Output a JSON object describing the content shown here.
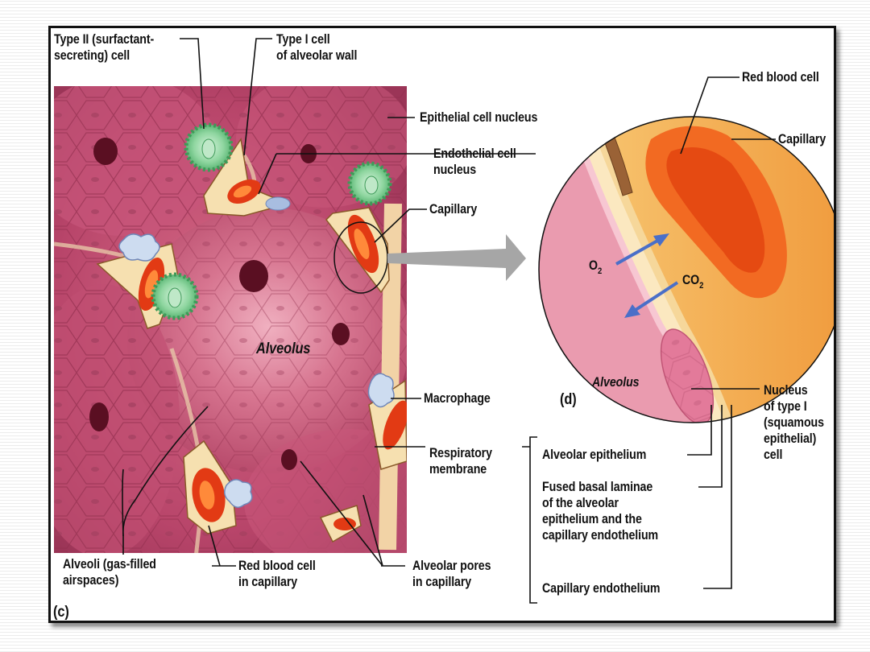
{
  "panel_c": {
    "panel_letter": "(c)",
    "type2_cell_line1": "Type II (surfactant-",
    "type2_cell_line2": "secreting) cell",
    "type1_cell_line1": "Type I cell",
    "type1_cell_line2": "of alveolar wall",
    "epithelial_nucleus": "Epithelial cell nucleus",
    "endothelial_nucleus_line1": "Endothelial cell",
    "endothelial_nucleus_line2": "nucleus",
    "capillary": "Capillary",
    "alveolus": "Alveolus",
    "macrophage": "Macrophage",
    "resp_membrane_line1": "Respiratory",
    "resp_membrane_line2": "membrane",
    "alveoli_line1": "Alveoli (gas-filled",
    "alveoli_line2": "airspaces)",
    "rbc_line1": "Red blood cell",
    "rbc_line2": "in capillary",
    "pores_line1": "Alveolar pores",
    "pores_line2": "in capillary"
  },
  "panel_d": {
    "panel_letter": "(d)",
    "red_blood_cell": "Red blood cell",
    "capillary": "Capillary",
    "o2_main": "O",
    "o2_sub": "2",
    "co2_main": "CO",
    "co2_sub": "2",
    "alveolus": "Alveolus",
    "nucleus_line1": "Nucleus",
    "nucleus_line2": "of type I",
    "nucleus_line3": "(squamous",
    "nucleus_line4": "epithelial)",
    "nucleus_line5": "cell",
    "alveolar_epithelium": "Alveolar epithelium",
    "fused_line1": "Fused basal laminae",
    "fused_line2": "of the alveolar",
    "fused_line3": "epithelium and the",
    "fused_line4": "capillary endothelium",
    "capillary_endothelium": "Capillary endothelium"
  },
  "colors": {
    "tissue": "#c04a6a",
    "tissue_dark": "#8e2f4c",
    "capillary_orange": "#f4a43a",
    "rbc_red": "#e23a14",
    "surfactant_green": "#8bd49a",
    "arrow_blue": "#4a6fc8"
  }
}
